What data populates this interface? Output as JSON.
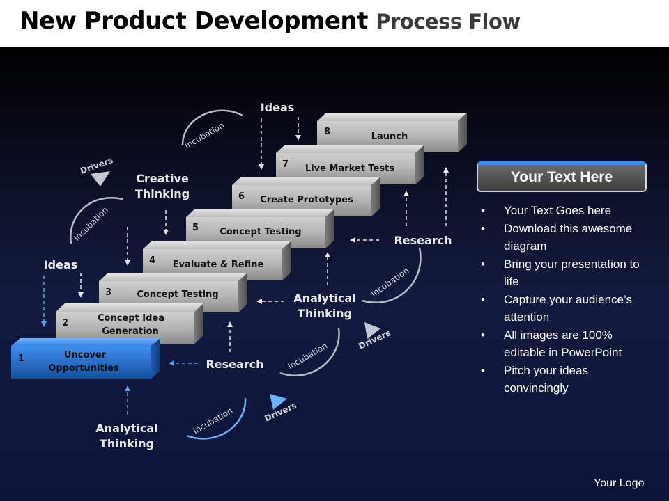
{
  "title": {
    "main": "New Product Development",
    "sub": "Process Flow"
  },
  "steps": [
    {
      "num": "1",
      "line1": "Uncover",
      "line2": "Opportunities"
    },
    {
      "num": "2",
      "line1": "Concept Idea",
      "line2": "Generation"
    },
    {
      "num": "3",
      "line1": "Concept Testing",
      "line2": ""
    },
    {
      "num": "4",
      "line1": "Evaluate & Refine",
      "line2": ""
    },
    {
      "num": "5",
      "line1": "Concept Testing",
      "line2": ""
    },
    {
      "num": "6",
      "line1": "Create Prototypes",
      "line2": ""
    },
    {
      "num": "7",
      "line1": "Live Market Tests",
      "line2": ""
    },
    {
      "num": "8",
      "line1": "Launch",
      "line2": ""
    }
  ],
  "labels": {
    "ideas_top": "Ideas",
    "ideas_left": "Ideas",
    "creative_1": "Creative",
    "creative_2": "Thinking",
    "analytical_mid_1": "Analytical",
    "analytical_mid_2": "Thinking",
    "analytical_bottom_1": "Analytical",
    "analytical_bottom_2": "Thinking",
    "research_right": "Research",
    "research_bottom": "Research",
    "incubation": "Incubation",
    "drivers": "Drivers"
  },
  "textbox": {
    "header": "Your Text Here",
    "bullets": [
      "Your Text Goes here",
      "Download this awesome diagram",
      "Bring your presentation to life",
      "Capture your audience’s attention",
      "All images are 100% editable in PowerPoint",
      "Pitch your ideas convincingly"
    ]
  },
  "logo": "Your Logo",
  "colors": {
    "accent_blue": "#2e6fd0",
    "gray_block": "#a9a9a9",
    "background": "#0c1537"
  }
}
